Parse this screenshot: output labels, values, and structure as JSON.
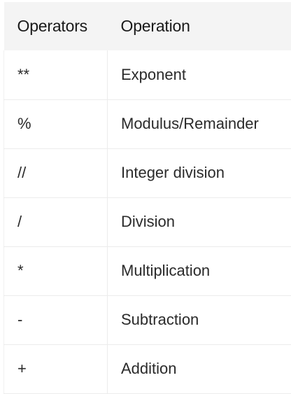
{
  "table": {
    "headers": [
      "Operators",
      "Operation"
    ],
    "rows": [
      {
        "operator": "**",
        "operation": "Exponent"
      },
      {
        "operator": "%",
        "operation": "Modulus/Remainder"
      },
      {
        "operator": "//",
        "operation": "Integer division"
      },
      {
        "operator": "/",
        "operation": "Division"
      },
      {
        "operator": "*",
        "operation": "Multiplication"
      },
      {
        "operator": "-",
        "operation": "Subtraction"
      },
      {
        "operator": "+",
        "operation": "Addition"
      }
    ]
  }
}
